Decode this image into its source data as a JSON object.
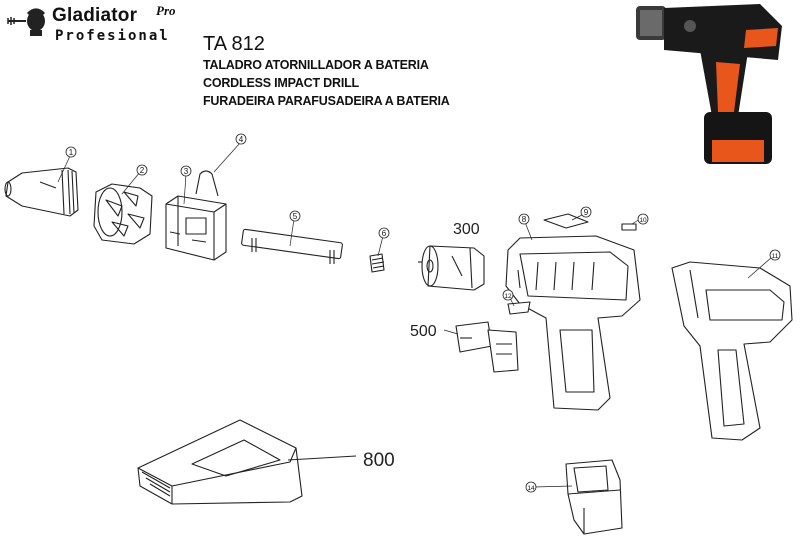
{
  "brand": {
    "name": "Gladiator",
    "pro": "Pro",
    "tagline": "Profesional"
  },
  "product": {
    "model": "TA 812",
    "titles": [
      "TALADRO ATORNILLADOR A BATERIA",
      "CORDLESS IMPACT DRILL",
      "FURADEIRA PARAFUSADEIRA A BATERIA"
    ]
  },
  "parts": {
    "p1": "1",
    "p2": "2",
    "p3": "3",
    "p4": "4",
    "p5": "5",
    "p6": "6",
    "p8": "8",
    "p9": "9",
    "p10": "10",
    "p11": "11",
    "p12": "12",
    "p14": "14",
    "p300": "300",
    "p500": "500",
    "p800": "800"
  },
  "colors": {
    "drill_body": "#1a1a1a",
    "drill_accent": "#e8561c",
    "line": "#222222"
  }
}
